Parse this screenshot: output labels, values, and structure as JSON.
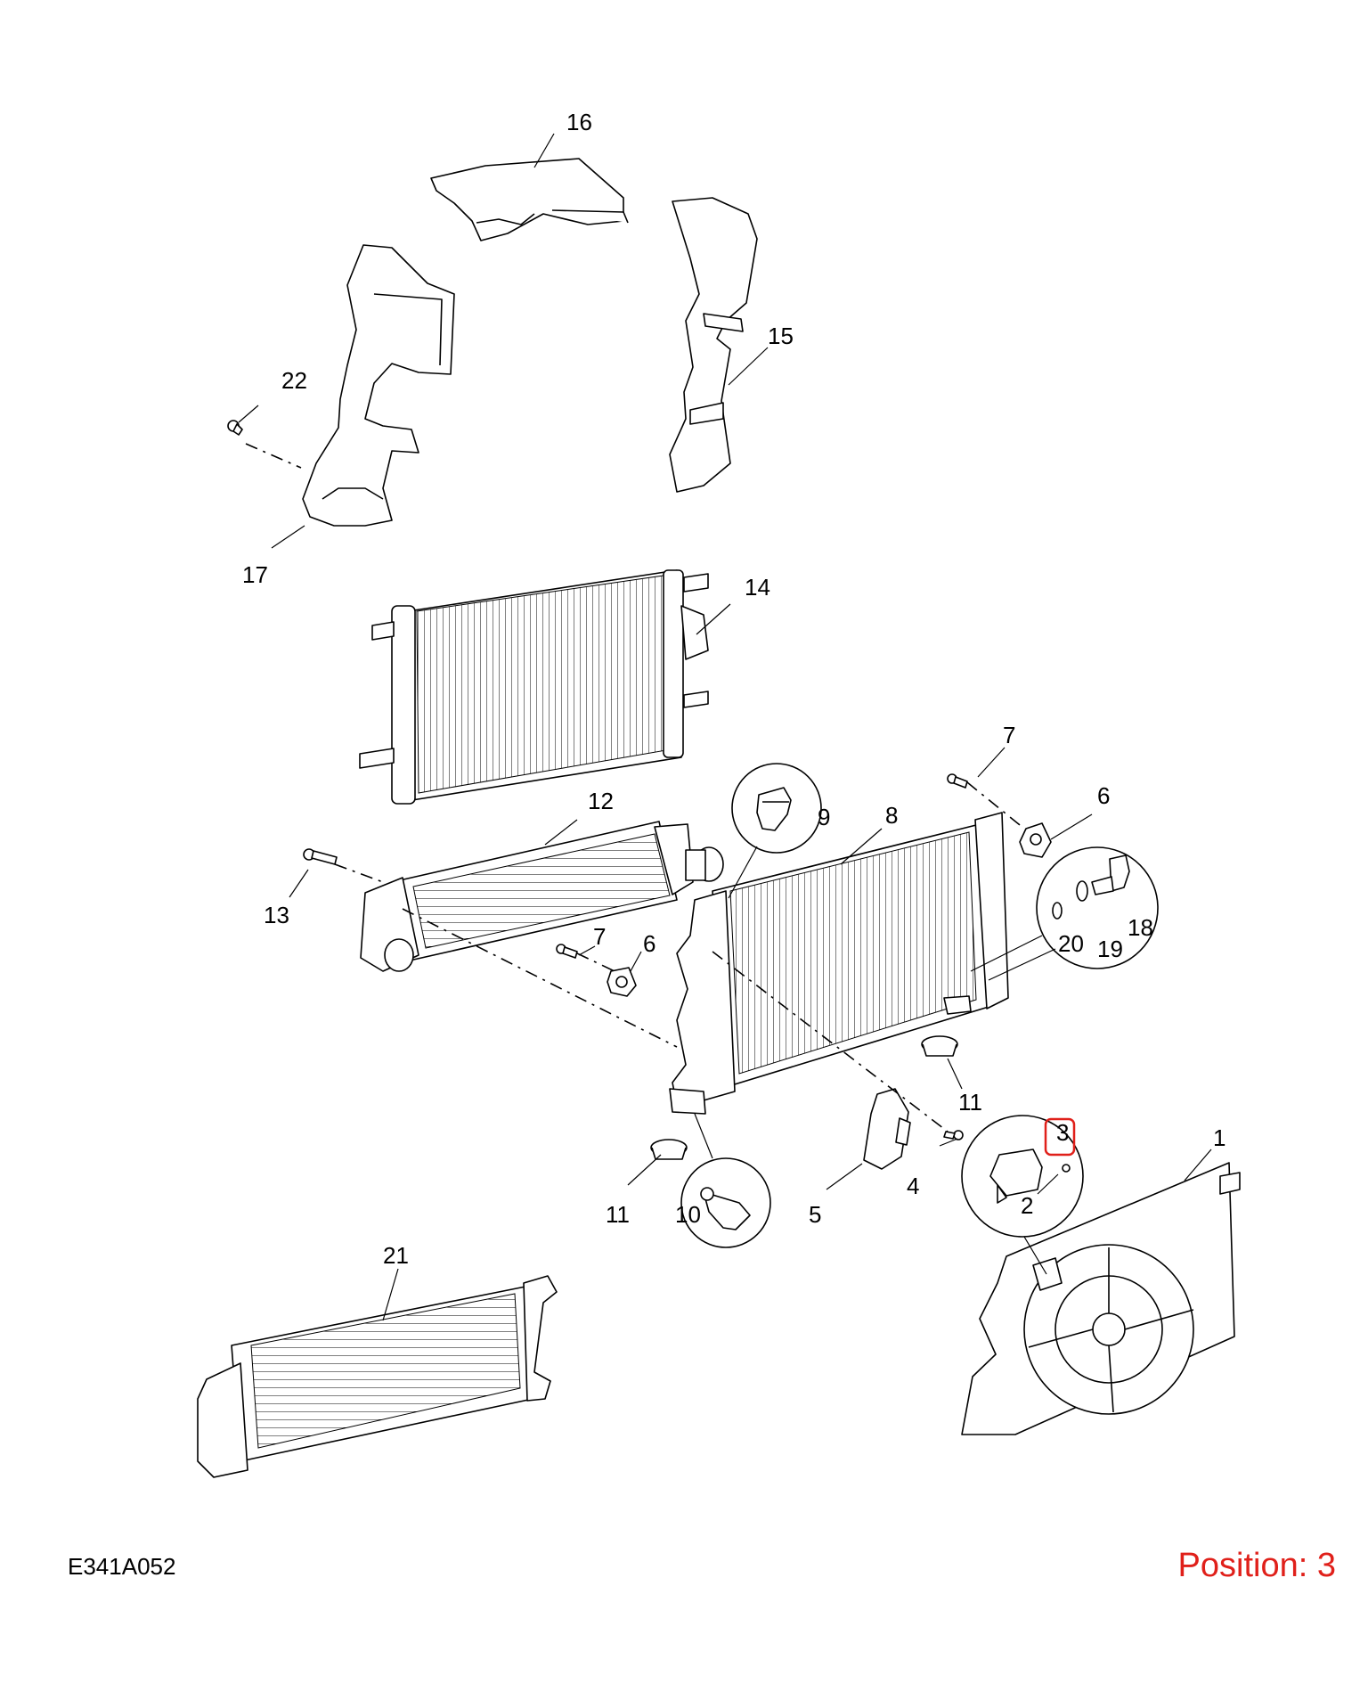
{
  "diagram_code": "E341A052",
  "position_label": "Position: 3",
  "highlight_color": "#e0201a",
  "callouts": {
    "c1": "1",
    "c2": "2",
    "c3": "3",
    "c4": "4",
    "c5": "5",
    "c6a": "6",
    "c6b": "6",
    "c7a": "7",
    "c7b": "7",
    "c8": "8",
    "c9": "9",
    "c10": "10",
    "c11a": "11",
    "c11b": "11",
    "c12": "12",
    "c13": "13",
    "c14": "14",
    "c15": "15",
    "c16": "16",
    "c17": "17",
    "c18": "18",
    "c19": "19",
    "c20": "20",
    "c21": "21",
    "c22": "22"
  },
  "highlighted_callout": "3"
}
